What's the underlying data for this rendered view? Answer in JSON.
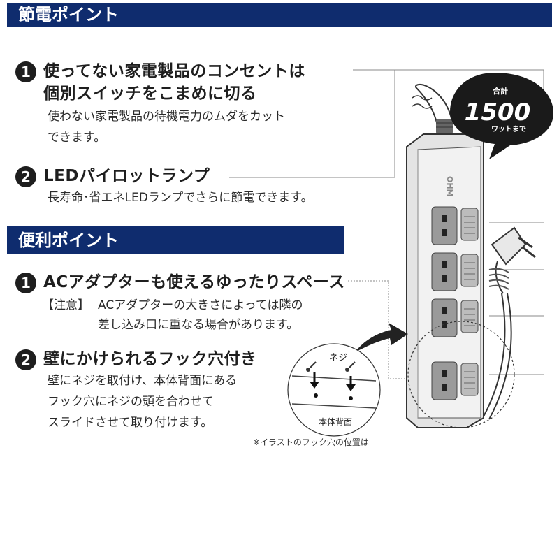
{
  "section1": {
    "title": "節電ポイント",
    "items": [
      {
        "num": "1",
        "title": "使ってない家電製品のコンセントは\n個別スイッチをこまめに切る",
        "desc": "使わない家電製品の待機電力のムダをカット\nできます。"
      },
      {
        "num": "2",
        "title": "LEDパイロットランプ",
        "desc": "長寿命･省エネLEDランプでさらに節電できます。"
      }
    ]
  },
  "section2": {
    "title": "便利ポイント",
    "items": [
      {
        "num": "1",
        "title": "ACアダプターも使えるゆったりスペース",
        "note_label": "【注意】",
        "note_line1": "ACアダプターの大きさによっては隣の",
        "note_line2": "差し込み口に重なる場合があります。"
      },
      {
        "num": "2",
        "title": "壁にかけられるフック穴付き",
        "desc": "壁にネジを取付け、本体背面にある\nフック穴にネジの頭を合わせて\nスライドさせて取り付けます。"
      }
    ]
  },
  "badge": {
    "top": "合計",
    "value": "1500",
    "bottom": "ワットまで"
  },
  "inset": {
    "screw_label": "ネジ",
    "back_label": "本体背面"
  },
  "brand": "OHM",
  "footnote": "※イラストのフック穴の位置は",
  "colors": {
    "banner": "#0f2c6e",
    "text": "#1e1e1e",
    "strip_body": "#e4e4e4"
  }
}
